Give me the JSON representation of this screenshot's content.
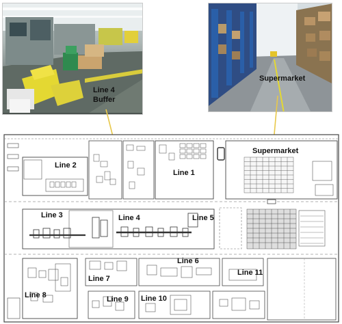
{
  "photos": {
    "left_caption": "Line 4 Buffer",
    "right_caption": "Supermarket"
  },
  "plan": {
    "supermarket_label": "Supermarket",
    "lines": [
      {
        "id": "line-1",
        "label": "Line 1"
      },
      {
        "id": "line-2",
        "label": "Line 2"
      },
      {
        "id": "line-3",
        "label": "Line 3"
      },
      {
        "id": "line-4",
        "label": "Line 4"
      },
      {
        "id": "line-5",
        "label": "Line 5"
      },
      {
        "id": "line-6",
        "label": "Line 6"
      },
      {
        "id": "line-7",
        "label": "Line 7"
      },
      {
        "id": "line-8",
        "label": "Line 8"
      },
      {
        "id": "line-9",
        "label": "Line 9"
      },
      {
        "id": "line-10",
        "label": "Line 10"
      },
      {
        "id": "line-11",
        "label": "Line 11"
      }
    ]
  },
  "colors": {
    "connector": "#e8c84a",
    "plan_stroke": "#444444",
    "rack_blue": "#2a5fa8",
    "floor_yellow": "#e4d832"
  }
}
